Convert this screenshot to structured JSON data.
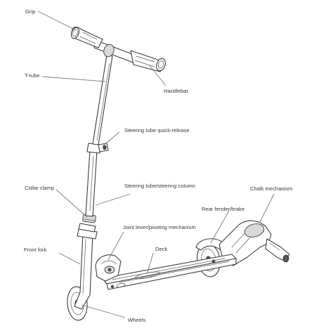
{
  "labels": {
    "grip": "Grip",
    "t_tube": "T-tube",
    "handlebar": "Handlebar",
    "steering_tube_quick_release": "Steering tube quick-release",
    "steering_tube_column": "Steering tube/steering column",
    "collar_clamp": "Collar clamp",
    "chalk_mechanism": "Chalk mechanism",
    "rear_fender_brake": "Rear fender/brake",
    "joint_lever": "Joint lever/pivoting mechanism",
    "front_fork": "Front fork",
    "deck": "Deck",
    "wheels": "Wheels"
  }
}
